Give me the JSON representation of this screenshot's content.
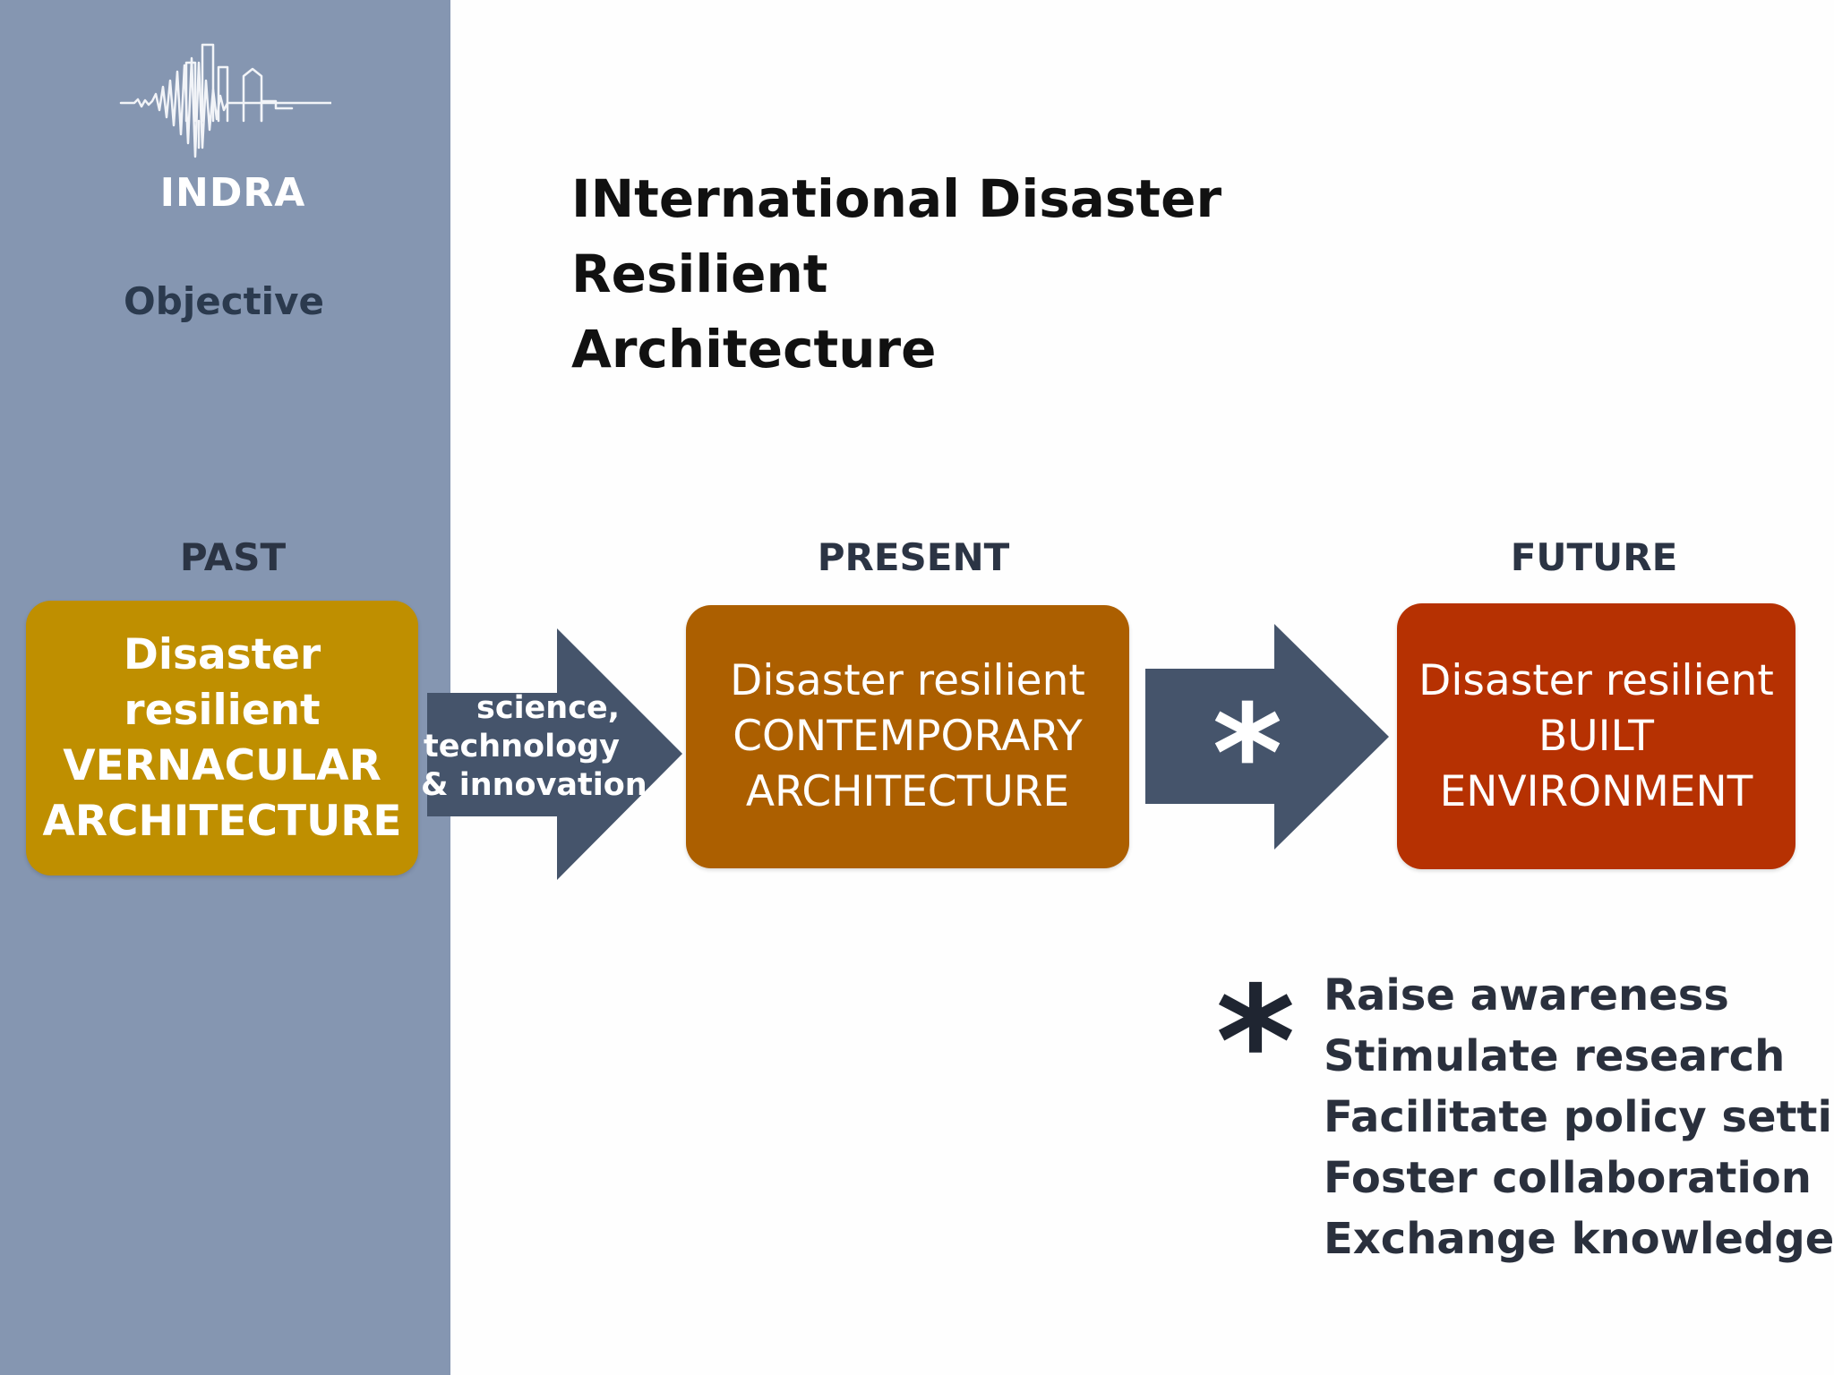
{
  "sidebar": {
    "brand": "INDRA",
    "section": "Objective"
  },
  "title": {
    "line1": "INternational Disaster Resilient",
    "line2": "Architecture"
  },
  "periods": {
    "past": "PAST",
    "present": "PRESENT",
    "future": "FUTURE"
  },
  "boxes": {
    "past": {
      "lines": [
        "Disaster",
        "resilient",
        "VERNACULAR",
        "ARCHITECTURE"
      ],
      "color": "#bf8f00"
    },
    "present": {
      "lines": [
        "Disaster resilient",
        "CONTEMPORARY",
        "ARCHITECTURE"
      ],
      "color": "#ac5f00"
    },
    "future": {
      "lines": [
        "Disaster resilient",
        "BUILT",
        "ENVIRONMENT"
      ],
      "color": "#b63102"
    }
  },
  "arrows": {
    "first": {
      "lines": [
        "science,",
        "technology",
        "& innovation"
      ],
      "color": "#45546b"
    },
    "second": {
      "symbol": "*",
      "color": "#45546b"
    }
  },
  "footnote": {
    "symbol": "*",
    "items": [
      "Raise awareness",
      "Stimulate research",
      "Facilitate policy setting",
      "Foster collaboration",
      "Exchange knowledge"
    ]
  }
}
